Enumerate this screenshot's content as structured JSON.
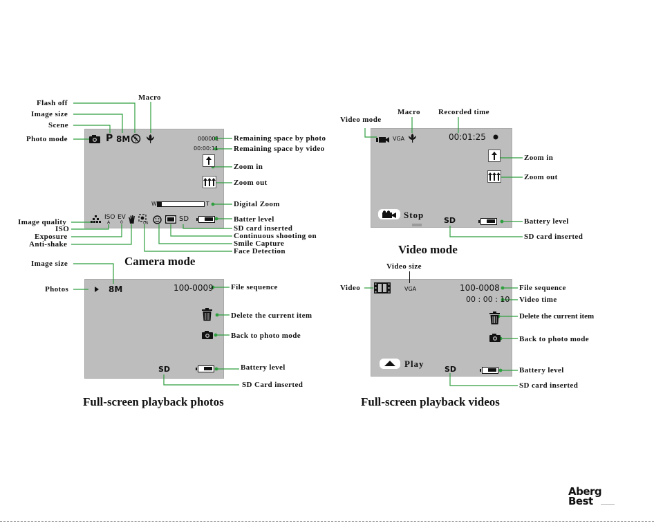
{
  "titles": {
    "camera_mode": "Camera mode",
    "video_mode": "Video mode",
    "playback_photos": "Full-screen playback photos",
    "playback_videos": "Full-screen playback videos"
  },
  "camera": {
    "labels": {
      "flash_off": "Flash off",
      "image_size": "Image size",
      "scene": "Scene",
      "photo_mode": "Photo mode",
      "macro": "Macro",
      "remaining_photo": "Remaining space by photo",
      "remaining_video": "Remaining space by video",
      "zoom_in": "Zoom in",
      "zoom_out": "Zoom out",
      "digital_zoom": "Digital Zoom",
      "batter_level": "Batter level",
      "sd_card_inserted": "SD card inserted",
      "continuous_shooting": "Continuous shooting on",
      "smile_capture": "Smile Capture",
      "face_detection": "Face Detection",
      "image_quality": "Image quality",
      "iso": "ISO",
      "exposure": "Exposure",
      "anti_shake": "Anti-shake"
    },
    "screen": {
      "scene_value": "P",
      "size_value": "8M",
      "photo_count": "000001",
      "video_time": "00:00:11",
      "iso_text": "ISO",
      "iso_sub": "A",
      "ev_text": "EV",
      "ev_sub": "0",
      "sd_text": "SD",
      "zoom_w": "W",
      "zoom_t": "T"
    }
  },
  "video": {
    "labels": {
      "video_mode": "Video mode",
      "macro": "Macro",
      "recorded_time": "Recorded time",
      "zoom_in": "Zoom in",
      "zoom_out": "Zoom out",
      "battery_level": "Battery level",
      "sd_card_inserted": "SD card inserted"
    },
    "screen": {
      "resolution": "VGA",
      "time": "00:01:25",
      "stop_label": "Stop",
      "sd_text": "SD"
    }
  },
  "playback_photos": {
    "labels": {
      "image_size": "Image size",
      "photos": "Photos",
      "file_sequence": "File sequence",
      "delete_current": "Delete the current item",
      "back_photo_mode": "Back to photo mode",
      "battery_level": "Battery level",
      "sd_card_inserted": "SD Card inserted"
    },
    "screen": {
      "size_value": "8M",
      "file_number": "100-0009",
      "sd_text": "SD"
    }
  },
  "playback_videos": {
    "labels": {
      "video_size": "Video size",
      "video": "Video",
      "file_sequence": "File sequence",
      "video_time": "Video time",
      "delete_current": "Delete the current item",
      "back_photo_mode": "Back to photo mode",
      "battery_level": "Battery level",
      "sd_card_inserted": "SD card inserted"
    },
    "screen": {
      "resolution": "VGA",
      "file_number": "100-0008",
      "time": "00 : 00 : 10",
      "play_label": "Play",
      "sd_text": "SD"
    }
  },
  "logo": {
    "line1": "Aberg",
    "line2": "Best"
  },
  "colors": {
    "screen_bg": "#bdbdbd",
    "connector": "#2e9e3e",
    "text": "#111111"
  }
}
